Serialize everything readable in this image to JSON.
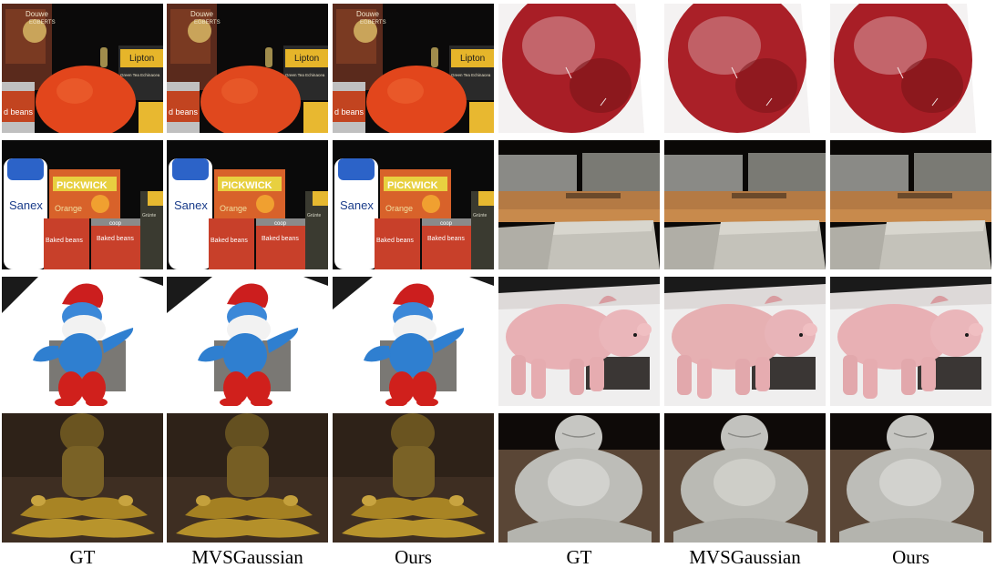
{
  "column_labels": [
    "GT",
    "MVSGaussian",
    "Ours",
    "GT",
    "MVSGaussian",
    "Ours"
  ],
  "rows": [
    {
      "left_scene": "pumpkin-groceries",
      "right_scene": "red-sphere",
      "left_text": [
        "Douwe",
        "EGBERTS",
        "Lipton",
        "Green Tea Echinacea",
        "d beans"
      ],
      "right_text": []
    },
    {
      "left_scene": "pickwick-tea-and-cans",
      "right_scene": "bricks-on-wood",
      "left_text": [
        "Sanex",
        "PICKWICK",
        "Orange",
        "coop",
        "Baked beans",
        "Baked beans",
        "Grünte"
      ],
      "right_text": []
    },
    {
      "left_scene": "smurf-figure",
      "right_scene": "pink-pig-plush",
      "left_text": [],
      "right_text": []
    },
    {
      "left_scene": "golden-meditating-statue",
      "right_scene": "stone-buddha",
      "left_text": [],
      "right_text": []
    }
  ],
  "colors": {
    "background": "#ffffff",
    "pumpkin": "#e2461c",
    "sphere": "#b5222a",
    "smurf_blue": "#2f7fd0",
    "smurf_red": "#d0201c",
    "pig": "#e8b0b4",
    "gold": "#a88424",
    "buddha": "#c6c6c2"
  }
}
